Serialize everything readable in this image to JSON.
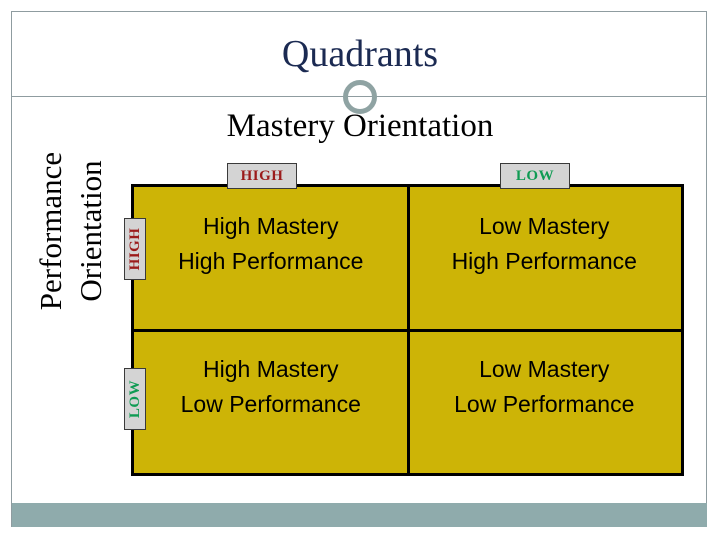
{
  "slide": {
    "title": "Quadrants",
    "subtitle": "Mastery Orientation",
    "decorations": {
      "ring_icon": "circle-ring-icon",
      "ring_color": "#8fa3a3",
      "rule_color": "#8f9ca0",
      "footer_bar_color": "#8fabac",
      "page_border_color": "#8f9ca0"
    },
    "colors": {
      "title_text": "#1b2a52",
      "subtitle_text": "#000000",
      "matrix_fill": "#cdb406",
      "matrix_border": "#000000",
      "chip_fill": "#d4d4d4",
      "chip_border": "#3a3a3a",
      "high_label": "#9b1b1b",
      "low_label": "#0f9b53",
      "cell_text": "#000000"
    }
  },
  "axes": {
    "column_axis": {
      "title": "Mastery Orientation",
      "levels": [
        {
          "label": "HIGH",
          "color": "#9b1b1b"
        },
        {
          "label": "LOW",
          "color": "#0f9b53"
        }
      ]
    },
    "row_axis": {
      "title_lines": [
        "Performance",
        "Orientation"
      ],
      "levels": [
        {
          "label": "HIGH",
          "color": "#9b1b1b"
        },
        {
          "label": "LOW",
          "color": "#0f9b53"
        }
      ]
    }
  },
  "matrix": {
    "cells": [
      {
        "position": "top-left",
        "mastery": "HIGH",
        "performance": "HIGH",
        "lines": [
          "High Mastery",
          "High Performance"
        ]
      },
      {
        "position": "top-right",
        "mastery": "LOW",
        "performance": "HIGH",
        "lines": [
          "Low Mastery",
          "High Performance"
        ]
      },
      {
        "position": "bottom-left",
        "mastery": "HIGH",
        "performance": "LOW",
        "lines": [
          "High Mastery",
          "Low Performance"
        ]
      },
      {
        "position": "bottom-right",
        "mastery": "LOW",
        "performance": "LOW",
        "lines": [
          "Low Mastery",
          "Low Performance"
        ]
      }
    ]
  }
}
